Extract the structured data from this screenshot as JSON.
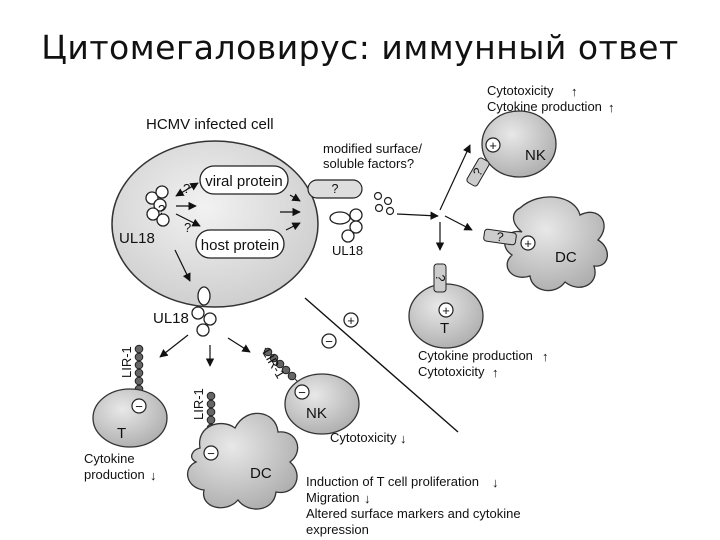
{
  "slide": {
    "title": "Цитомегаловирус: иммунный ответ"
  },
  "diagram": {
    "infected_cell": {
      "label": "HCMV infected cell",
      "viral_protein": "viral protein",
      "host_protein": "host protein",
      "ul18": "UL18",
      "q1": "?",
      "q2": "?",
      "q3": "?"
    },
    "modified": {
      "label_line1": "modified surface/",
      "label_line2": "soluble factors?",
      "q": "?",
      "ul18": "UL18"
    },
    "top_effect": {
      "line1": "Cytotoxicity",
      "line2": "Cytokine production"
    },
    "nk_top": {
      "label": "NK",
      "sign": "+",
      "q": "?"
    },
    "dc_right": {
      "label": "DC",
      "sign": "+",
      "q": "?"
    },
    "t_middle": {
      "label": "T",
      "sign": "+",
      "q": "?",
      "effect_line1": "Cytokine production",
      "effect_line2": "Cytotoxicity"
    },
    "divider": {
      "plus": "+",
      "minus": "−"
    },
    "ul18_free": "UL18",
    "lir1_label": "LIR-1",
    "t_bottom": {
      "label": "T",
      "sign": "−",
      "effect_line1": "Cytokine",
      "effect_line2": "production"
    },
    "dc_bottom": {
      "label": "DC",
      "sign": "−"
    },
    "nk_bottom": {
      "label": "NK",
      "sign": "−",
      "effect": "Cytotoxicity"
    },
    "dc_effects": {
      "line1": "Induction of T cell proliferation",
      "line2": "Migration",
      "line3": "Altered surface markers and cytokine",
      "line4": "expression"
    }
  }
}
